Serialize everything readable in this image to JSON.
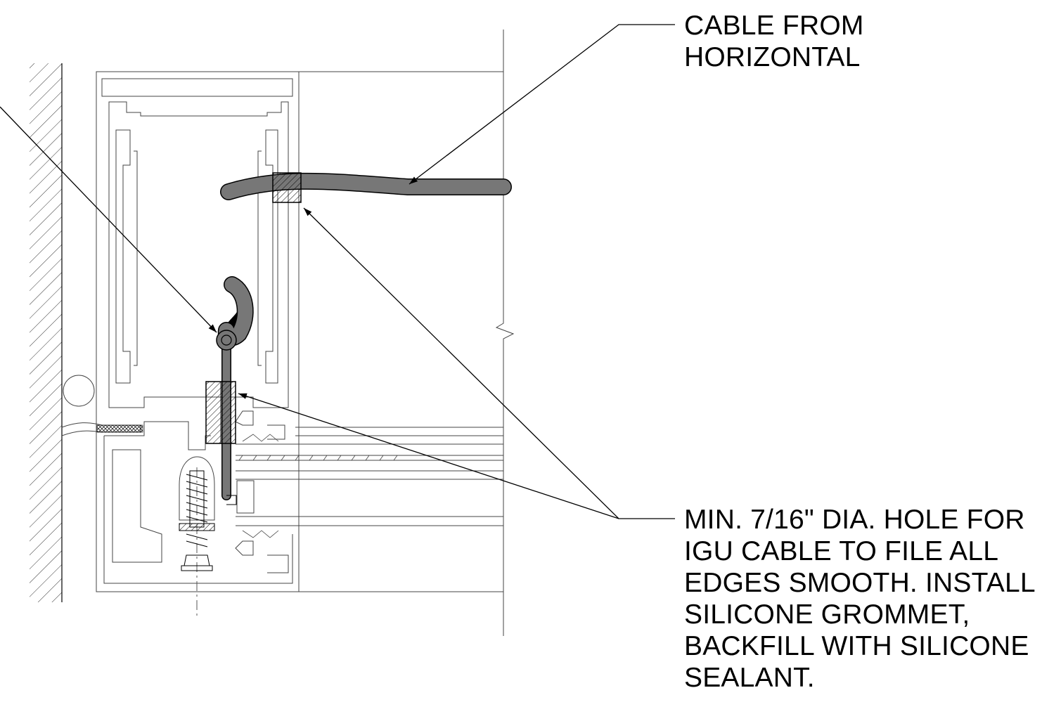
{
  "callouts": {
    "cable_from_horizontal": {
      "lines": [
        "CABLE FROM",
        "HORIZONTAL"
      ]
    },
    "hole_note": {
      "lines": [
        "MIN. 7/16\" DIA. HOLE FOR",
        "IGU CABLE TO FILE ALL",
        "EDGES SMOOTH. INSTALL",
        "SILICONE GROMMET,",
        "BACKFILL WITH SILICONE",
        "SEALANT."
      ]
    }
  },
  "colors": {
    "line": "#000000",
    "thin_line": "#555555",
    "cable_fill": "#777777",
    "background": "#ffffff"
  }
}
